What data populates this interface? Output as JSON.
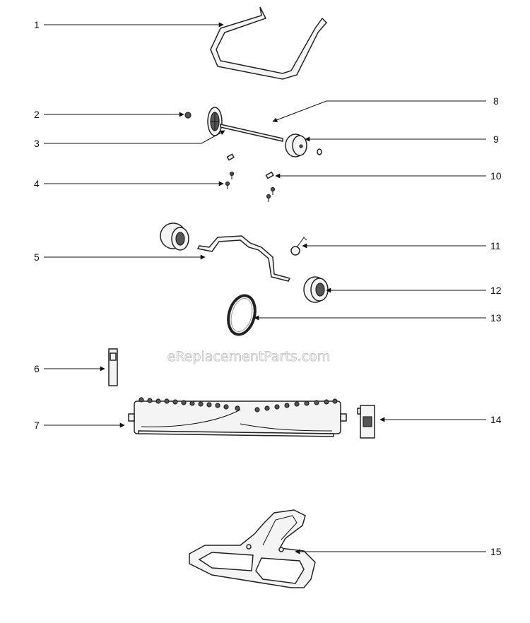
{
  "watermark": "eReplacementParts.com",
  "callouts": {
    "c1": "1",
    "c2": "2",
    "c3": "3",
    "c4": "4",
    "c5": "5",
    "c6": "6",
    "c7": "7",
    "c8": "8",
    "c9": "9",
    "c10": "10",
    "c11": "11",
    "c12": "12",
    "c13": "13",
    "c14": "14",
    "c15": "15"
  }
}
